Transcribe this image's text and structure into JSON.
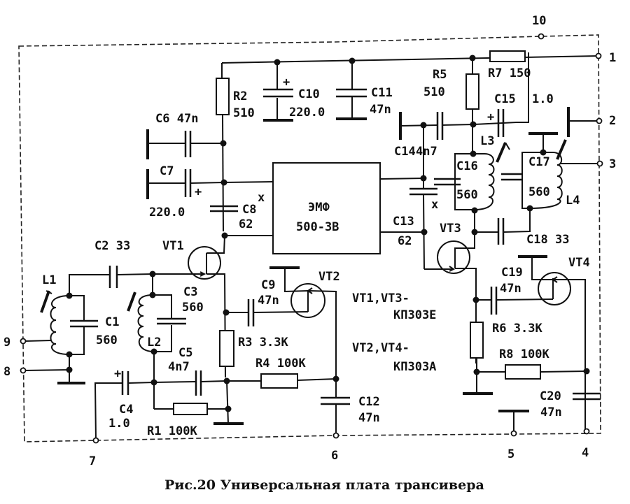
{
  "caption": "Рис.20  Универсальная плата трансивера",
  "module": {
    "name": "ЭМФ",
    "type": "500-3В"
  },
  "transistor_note": {
    "line1": "VT1,VT3-",
    "line2": "КП303Е",
    "line3": "VT2,VT4-",
    "line4": "КП303А"
  },
  "terminals": [
    "1",
    "2",
    "3",
    "4",
    "5",
    "6",
    "7",
    "8",
    "9",
    "10"
  ],
  "components": {
    "R1": {
      "ref": "R1",
      "value": "100K"
    },
    "R2": {
      "ref": "R2",
      "value": "510"
    },
    "R3": {
      "ref": "R3",
      "value": "3.3K"
    },
    "R4": {
      "ref": "R4",
      "value": "100K"
    },
    "R5": {
      "ref": "R5",
      "value": "510"
    },
    "R6": {
      "ref": "R6",
      "value": "3.3K"
    },
    "R7": {
      "ref": "R7",
      "value": "150"
    },
    "R8": {
      "ref": "R8",
      "value": "100K"
    },
    "C1": {
      "ref": "C1",
      "value": "560"
    },
    "C2": {
      "ref": "C2",
      "value": "33"
    },
    "C3": {
      "ref": "C3",
      "value": "560"
    },
    "C4": {
      "ref": "C4",
      "value": "1.0"
    },
    "C5": {
      "ref": "C5",
      "value": "4n7"
    },
    "C6": {
      "ref": "C6",
      "value": "47n"
    },
    "C7": {
      "ref": "C7",
      "value": "220.0"
    },
    "C8": {
      "ref": "C8",
      "value": "62",
      "mark": "x"
    },
    "C9": {
      "ref": "C9",
      "value": "47n"
    },
    "C10": {
      "ref": "C10",
      "value": "220.0"
    },
    "C11": {
      "ref": "C11",
      "value": "47n"
    },
    "C12": {
      "ref": "C12",
      "value": "47n"
    },
    "C13": {
      "ref": "C13",
      "value": "62",
      "mark": "x"
    },
    "C14": {
      "ref": "C14",
      "value": "4n7"
    },
    "C15": {
      "ref": "C15",
      "value": "1.0"
    },
    "C16": {
      "ref": "C16",
      "value": "560"
    },
    "C17": {
      "ref": "C17",
      "value": "560"
    },
    "C18": {
      "ref": "C18",
      "value": "33"
    },
    "C19": {
      "ref": "C19",
      "value": "47n"
    },
    "C20": {
      "ref": "C20",
      "value": "47n"
    },
    "L1": {
      "ref": "L1"
    },
    "L2": {
      "ref": "L2"
    },
    "L3": {
      "ref": "L3"
    },
    "L4": {
      "ref": "L4"
    },
    "VT1": {
      "ref": "VT1"
    },
    "VT2": {
      "ref": "VT2"
    },
    "VT3": {
      "ref": "VT3"
    },
    "VT4": {
      "ref": "VT4"
    }
  }
}
